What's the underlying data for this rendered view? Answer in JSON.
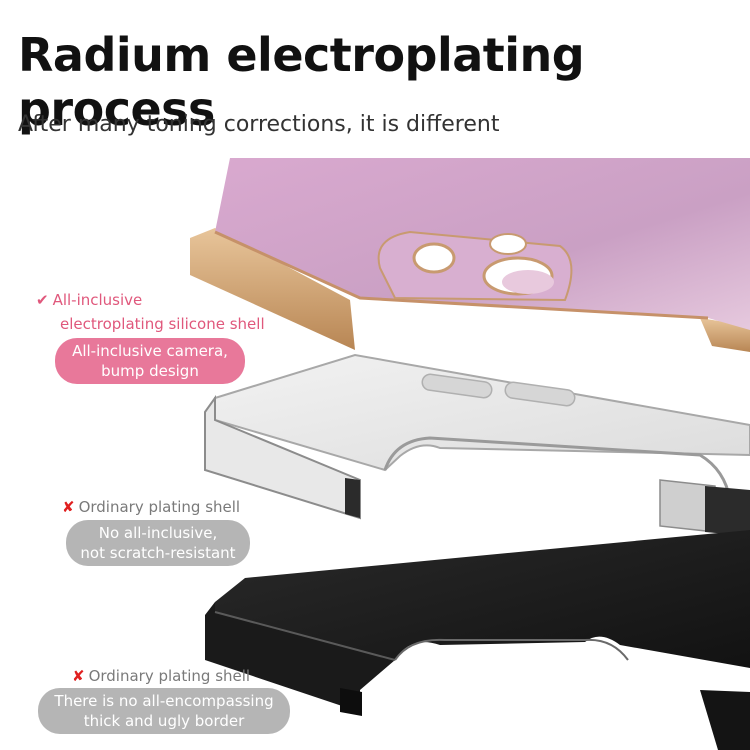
{
  "title": "Radium electroplating process",
  "subtitle": "After many toning corrections, it is different",
  "colors": {
    "pink_accent": "#e0587c",
    "pink_pill": "#e8789a",
    "red_mark": "#e02020",
    "gray_text": "#7a7a7a",
    "gray_pill": "#b5b5b5",
    "case_pink": "#d4a4c8",
    "case_gold": "#d6a878",
    "case_clear": "#e6e6e6",
    "case_black": "#1d1d1d"
  },
  "items": [
    {
      "icon": "check-icon",
      "mark": "✔",
      "label_line1": "All-inclusive",
      "label_line2": "electroplating silicone shell",
      "pill_line1": "All-inclusive camera,",
      "pill_line2": "bump design"
    },
    {
      "icon": "cross-icon",
      "mark": "✘",
      "label_line1": "Ordinary plating shell",
      "pill_line1": "No all-inclusive,",
      "pill_line2": "not scratch-resistant"
    },
    {
      "icon": "cross-icon",
      "mark": "✘",
      "label_line1": "Ordinary plating shell",
      "pill_line1": "There is no all-encompassing",
      "pill_line2": "thick and ugly border"
    }
  ]
}
